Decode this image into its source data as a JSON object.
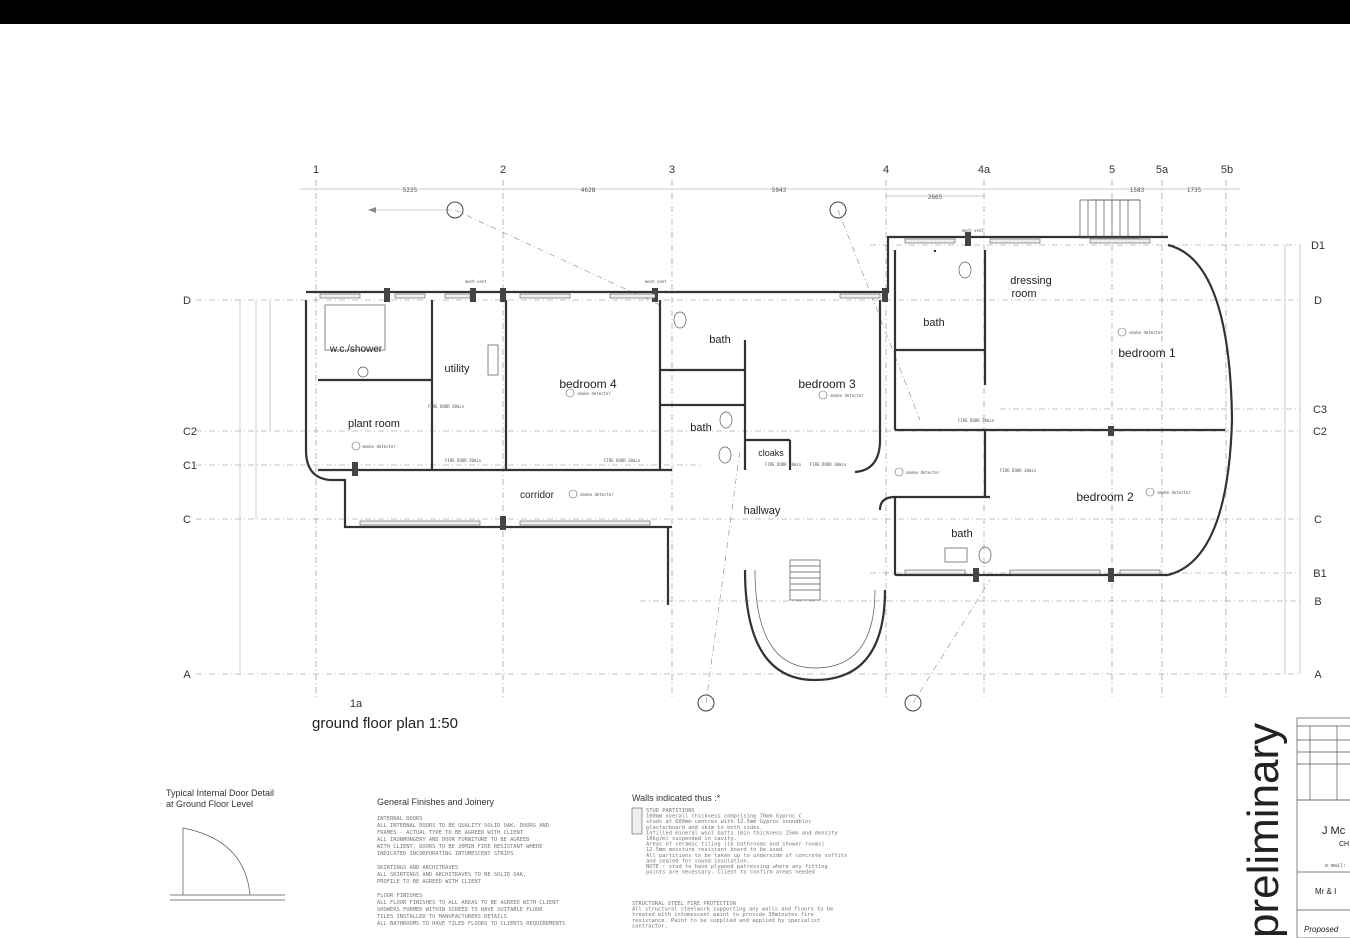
{
  "plan_title": "ground floor plan 1:50",
  "grid_columns": [
    "1",
    "2",
    "3",
    "4",
    "4a",
    "5",
    "5a",
    "5b",
    "1a"
  ],
  "grid_rows": [
    "D1",
    "D",
    "C3",
    "C2",
    "C1",
    "C",
    "B1",
    "B",
    "A"
  ],
  "rooms": {
    "wc_shower": "w.c./shower",
    "utility": "utility",
    "plant_room": "plant room",
    "bedroom4": "bedroom 4",
    "bath_left_top": "bath",
    "bath_left_bottom": "bath",
    "bedroom3": "bedroom 3",
    "cloaks": "cloaks",
    "corridor": "corridor",
    "hallway": "hallway",
    "bath_mid": "bath",
    "dressing_room_1": "dressing",
    "dressing_room_2": "room",
    "bedroom1": "bedroom 1",
    "bedroom2": "bedroom 2",
    "bath_lower": "bath"
  },
  "top_dimensions": [
    "5225",
    "4628",
    "5943",
    "2665",
    "1583",
    "1735"
  ],
  "fixtures": {
    "smoke_detector": "smoke detector",
    "fire_door": "FIRE DOOR 30min",
    "mech_vent": "mech vent"
  },
  "notes": {
    "door_detail_title_1": "Typical Internal Door Detail",
    "door_detail_title_2": "at Ground Floor Level",
    "finishes_title": "General Finishes and Joinery",
    "finishes_lines": [
      "INTERNAL DOORS",
      "ALL INTERNAL DOORS TO BE QUALITY SOLID OAK, DOORS AND",
      "FRAMES - ACTUAL TYPE TO BE AGREED WITH CLIENT",
      "ALL IRONMONGERY AND DOOR FURNITURE TO BE AGREED",
      "WITH CLIENT, DOORS TO BE 30MIN FIRE RESISTANT WHERE",
      "INDICATED INCORPORATING INTUMESCENT STRIPS",
      "",
      "SKIRTINGS AND ARCHITRAVES",
      "ALL SKIRTINGS AND ARCHITRAVES TO BE SOLID OAK,",
      "PROFILE TO BE AGREED WITH CLIENT",
      "",
      "FLOOR FINISHES",
      "ALL FLOOR FINISHES TO ALL AREAS TO BE AGREED WITH CLIENT",
      "SHOWERS FORMED WITHIN SCREED TO HAVE SUITABLE FLOOR",
      "TILES INSTALLED TO MANUFACTURERS DETAILS",
      "ALL BATHROOMS TO HAVE TILED FLOORS TO CLIENTS REQUIREMENTS"
    ],
    "walls_title": "Walls indicated thus :*",
    "walls_lines": [
      "STUD PARTITIONS",
      "100mm overall thickness comprising 70mm Gyproc C",
      "studs at 600mm centres with 12.5mm Gyproc soundbloc",
      "plasterboard and skim to both sides.",
      "Infilled mineral wool batts (min thickness 25mm and density",
      "10kg/m) suspended in cavity.",
      "Areas of ceramic tiling (ie bathrooms and shower rooms)",
      "12.5mm moisture resistant board to be used.",
      "All partitions to be taken up to underside of concrete soffits",
      "and sealed for sound insulation.",
      "NOTE : stud to have plywood patressing where any fitting",
      "points are necessary. Client to confirm areas needed"
    ],
    "steel_lines": [
      "STRUCTURAL STEEL FIRE PROTECTION",
      "All structural steelwork supporting any walls and floors to be",
      "treated with intumescent paint to provide 30minutes fire",
      "resistance. Paint to be supplied and applied by specialist",
      "contractor."
    ]
  },
  "title_block": {
    "stamp": "preliminary",
    "company_fragment": "J Mc",
    "ch": "CH",
    "email": "e-mail:",
    "client": "Mr & I",
    "project": "Proposed"
  }
}
